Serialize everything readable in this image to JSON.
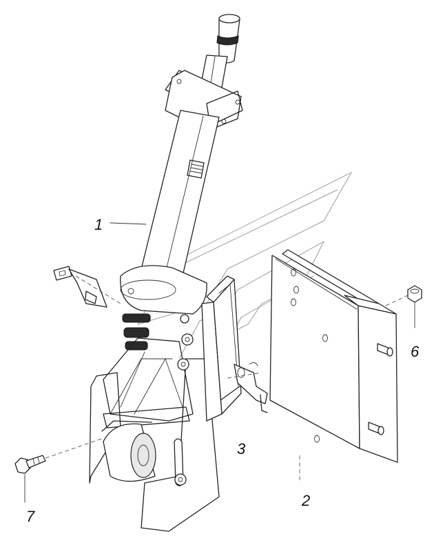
{
  "callouts": [
    {
      "id": "1",
      "label": "1"
    },
    {
      "id": "2",
      "label": "2"
    },
    {
      "id": "3",
      "label": "3"
    },
    {
      "id": "6",
      "label": "6"
    },
    {
      "id": "7",
      "label": "7"
    }
  ],
  "colors": {
    "line": "#222222",
    "background": "#ffffff",
    "watermark": "#9a9a9a"
  }
}
